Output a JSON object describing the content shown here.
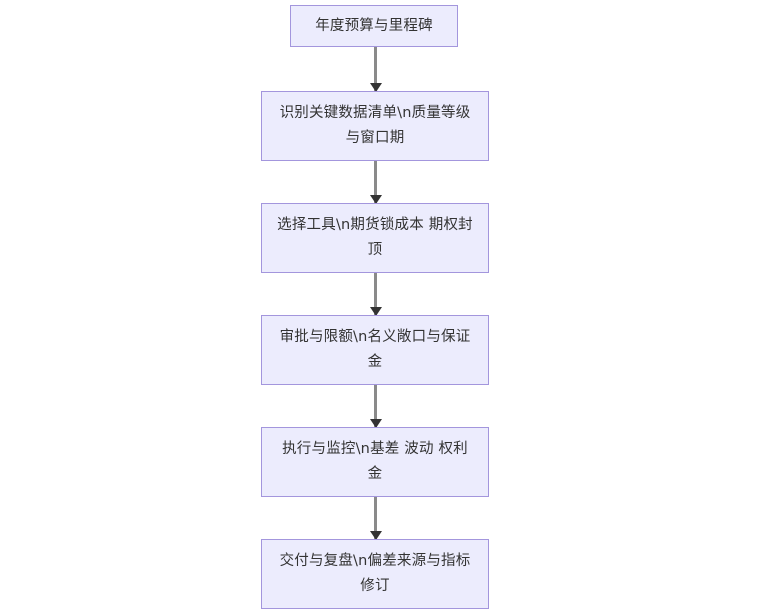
{
  "diagram": {
    "type": "flowchart",
    "orientation": "top-to-bottom",
    "colors": {
      "node_fill": "#ececfd",
      "node_border": "#a396dd",
      "node_text": "#333333",
      "connector_line": "#8a8a8a",
      "arrowhead": "#333333",
      "background": "#ffffff"
    },
    "nodes": [
      {
        "id": "n1",
        "label": "年度预算与里程碑"
      },
      {
        "id": "n2",
        "label": "识别关键数据清单\\n质量等级与窗口期"
      },
      {
        "id": "n3",
        "label": "选择工具\\n期货锁成本 期权封顶"
      },
      {
        "id": "n4",
        "label": "审批与限额\\n名义敞口与保证金"
      },
      {
        "id": "n5",
        "label": "执行与监控\\n基差 波动 权利金"
      },
      {
        "id": "n6",
        "label": "交付与复盘\\n偏差来源与指标修订"
      }
    ],
    "edges": [
      {
        "from": "n1",
        "to": "n2",
        "label": ""
      },
      {
        "from": "n2",
        "to": "n3",
        "label": ""
      },
      {
        "from": "n3",
        "to": "n4",
        "label": ""
      },
      {
        "from": "n4",
        "to": "n5",
        "label": ""
      },
      {
        "from": "n5",
        "to": "n6",
        "label": ""
      }
    ]
  }
}
